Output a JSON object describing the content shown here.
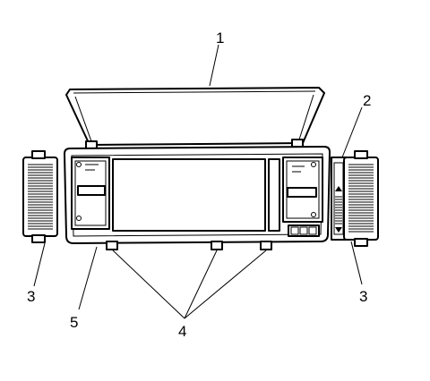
{
  "callouts": [
    {
      "id": "c1",
      "label": "1"
    },
    {
      "id": "c2",
      "label": "2"
    },
    {
      "id": "c3l",
      "label": "3"
    },
    {
      "id": "c3r",
      "label": "3"
    },
    {
      "id": "c4",
      "label": "4"
    },
    {
      "id": "c5",
      "label": "5"
    }
  ]
}
